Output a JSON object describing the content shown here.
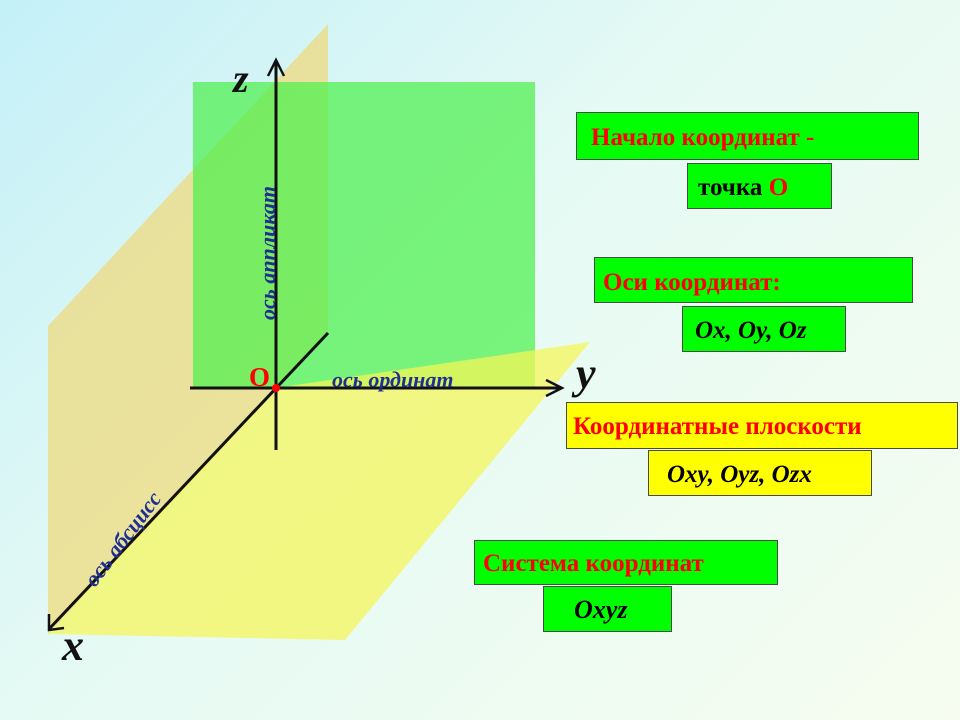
{
  "diagram": {
    "axis_letters": {
      "x": "x",
      "y": "y",
      "z": "z"
    },
    "origin_label": "O",
    "axis_names": {
      "x": "ось абсцисс",
      "y": "ось ординат",
      "z": "ось аппликат"
    }
  },
  "boxes": {
    "origin": {
      "line1": "Начало координат  -",
      "line2_prefix": "точка ",
      "line2_value": "O"
    },
    "axes": {
      "line1": "Оси координат:",
      "line2": "Ox, Oy, Oz"
    },
    "planes": {
      "line1": "Координатные плоскости",
      "line2": "Oxy,  Oyz,  Ozx"
    },
    "system": {
      "line1": "Система координат",
      "line2": "Oxyz"
    }
  },
  "colors": {
    "green_fill": "#00ff00",
    "yellow_fill": "#ffff00",
    "label_red": "#ff0000",
    "axis_label_blue": "#1f2f8f",
    "vertical_plane": "#66f066",
    "horizontal_plane": "#f2f25a",
    "side_plane": "#eed97a"
  }
}
